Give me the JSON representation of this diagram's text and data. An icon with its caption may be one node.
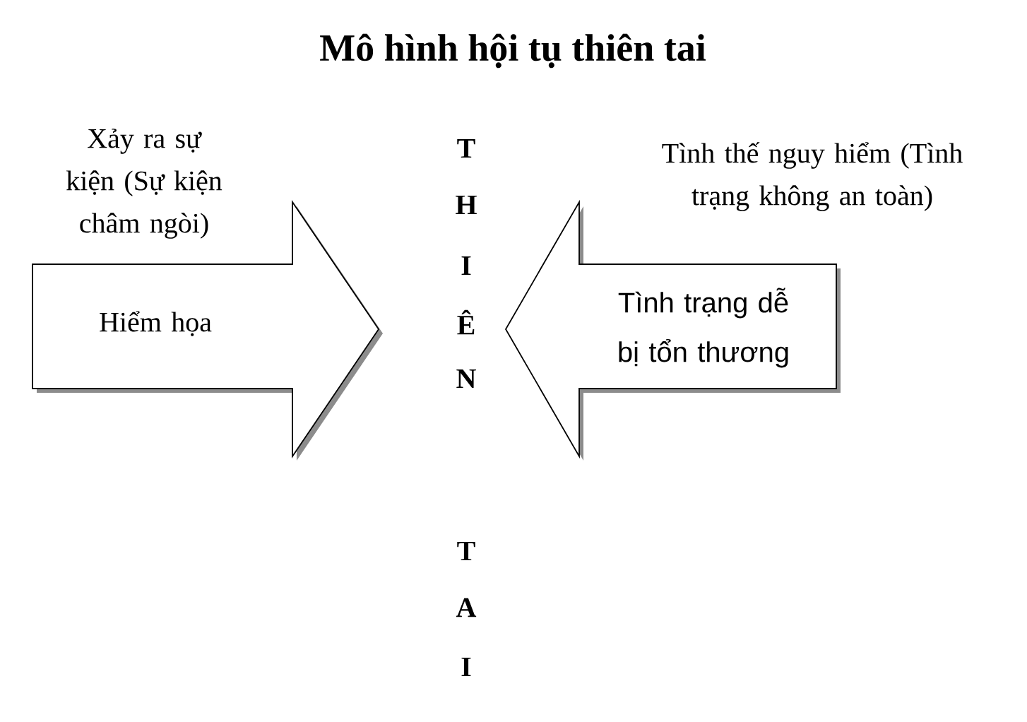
{
  "diagram": {
    "title": "Mô hình hội tụ thiên tai",
    "nodes": [
      {
        "text": [
          "Hiểm họa"
        ],
        "beside": [
          "Xảy ra sự kiện (Sự kiện châm ngòi)"
        ]
      },
      {
        "text": [
          "Tình trạng dễ bị tổn thương"
        ],
        "beside": [
          "Tình thế nguy hiểm (Tình trạng không an toàn)"
        ]
      }
    ],
    "labels": [
      "T",
      "H",
      "I",
      "Ê",
      "N",
      "T",
      "A",
      "I"
    ]
  }
}
